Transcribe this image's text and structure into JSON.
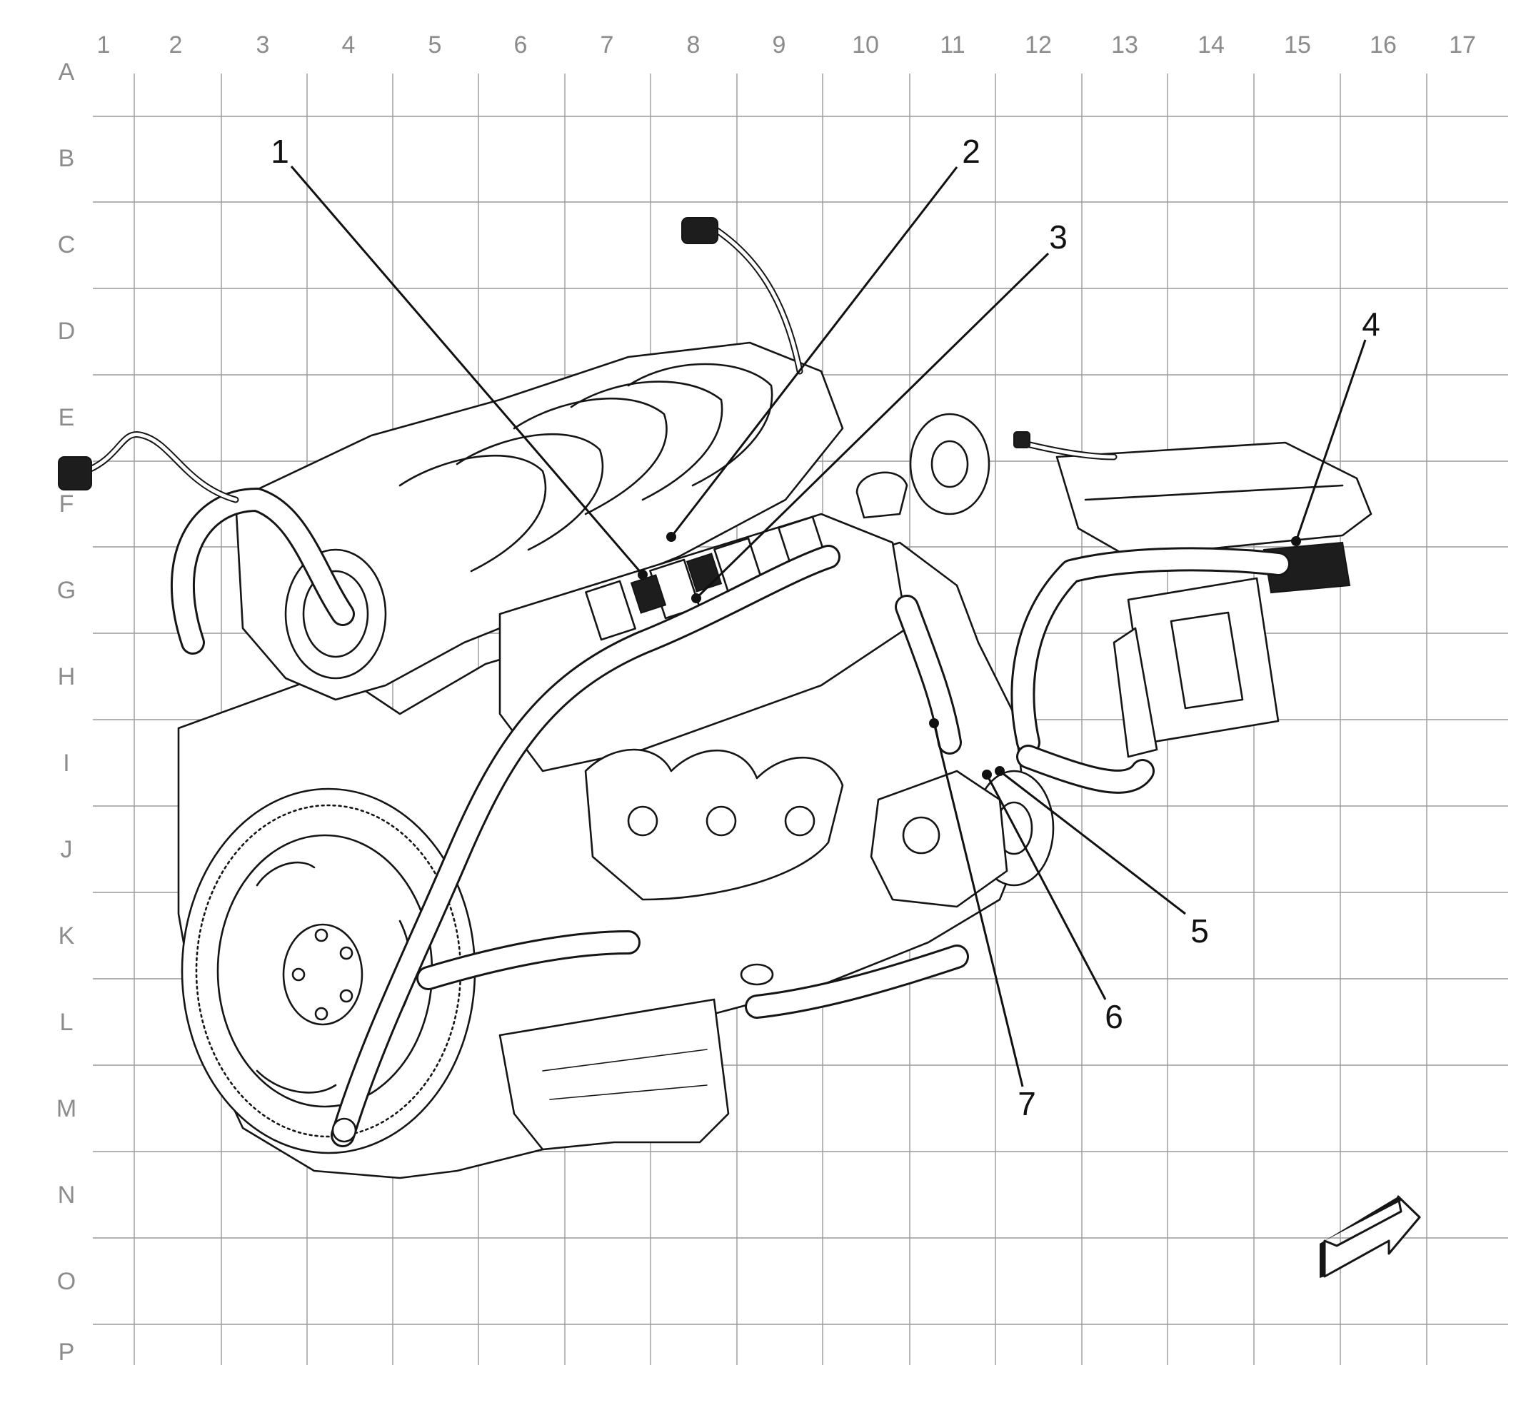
{
  "grid": {
    "columns": [
      "1",
      "2",
      "3",
      "4",
      "5",
      "6",
      "7",
      "8",
      "9",
      "10",
      "11",
      "12",
      "13",
      "14",
      "15",
      "16",
      "17"
    ],
    "rows": [
      "A",
      "B",
      "C",
      "D",
      "E",
      "F",
      "G",
      "H",
      "I",
      "J",
      "K",
      "L",
      "M",
      "N",
      "O",
      "P"
    ]
  },
  "callouts": [
    {
      "id": "1",
      "label": "1"
    },
    {
      "id": "2",
      "label": "2"
    },
    {
      "id": "3",
      "label": "3"
    },
    {
      "id": "4",
      "label": "4"
    },
    {
      "id": "5",
      "label": "5"
    },
    {
      "id": "6",
      "label": "6"
    },
    {
      "id": "7",
      "label": "7"
    }
  ],
  "icons": {
    "view_direction": "forward-arrow-icon"
  },
  "colors": {
    "grid": "#9a9a9a",
    "grid_labels": "#8c8c8c",
    "ink": "#151515",
    "background": "#ffffff"
  }
}
